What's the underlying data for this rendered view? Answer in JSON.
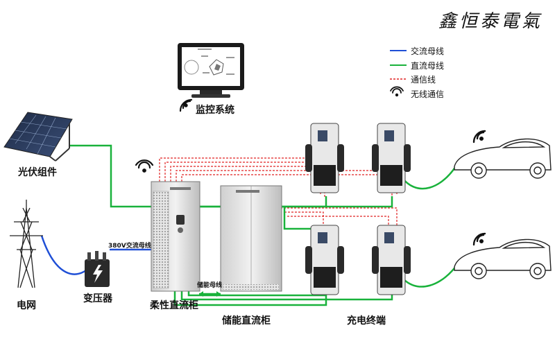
{
  "brand": {
    "logo_text": "鑫恒泰電氣"
  },
  "legend": {
    "items": [
      {
        "label": "交流母线",
        "color": "#1f4fd6",
        "style": "solid"
      },
      {
        "label": "直流母线",
        "color": "#19b23b",
        "style": "solid"
      },
      {
        "label": "通信线",
        "color": "#e02020",
        "style": "dashed"
      },
      {
        "label": "无线通信",
        "color": "#111111",
        "style": "wifi-icon"
      }
    ]
  },
  "components": {
    "pv": "光伏组件",
    "grid": "电网",
    "transformer": "变压器",
    "monitor": "监控系统",
    "flex_dc_cabinet": "柔性直流柜",
    "storage_dc_cabinet": "储能直流柜",
    "charging_terminals": "充电终端"
  },
  "bus_labels": {
    "ac_bus": "380V交流母线",
    "storage_bus": "储能母线"
  },
  "colors": {
    "ac_bus": "#1f4fd6",
    "dc_bus": "#19b23b",
    "comm": "#e02020",
    "equipment_gray": "#d8d8d8",
    "dark": "#222222"
  }
}
